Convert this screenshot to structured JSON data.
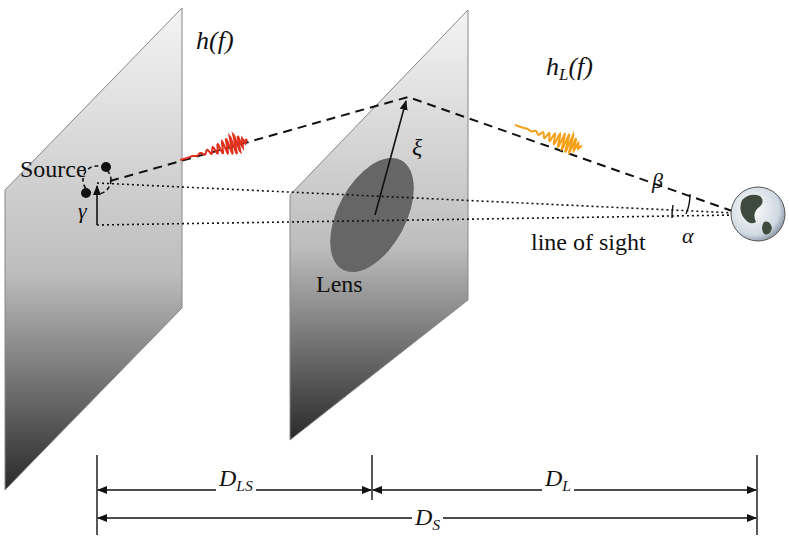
{
  "diagram": {
    "labels": [
      "Source",
      "h(f)",
      "ξ",
      "hL(f)",
      "γ",
      "α",
      "β",
      "Lens",
      "line of sight",
      "DLS",
      "DL",
      "DS"
    ]
  }
}
